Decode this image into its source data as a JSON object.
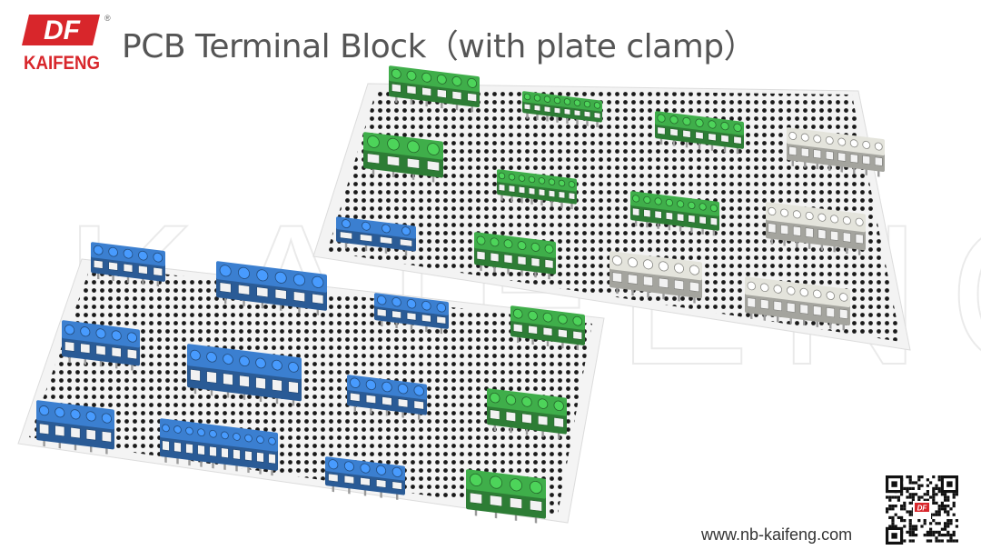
{
  "brand": {
    "logo_text": "DF",
    "name": "KAIFENG",
    "registered_mark": "®",
    "red": "#d8262b"
  },
  "title": "PCB Terminal Block（with plate clamp）",
  "watermark": "KAIFENG",
  "website": "www.nb-kaifeng.com",
  "qr_badge_text": "DF",
  "colors": {
    "blue": "#3b7fd0",
    "green": "#3fae4a",
    "white_part": "#e4e4dc",
    "board": "#f4f4f4"
  },
  "boards": [
    {
      "name": "back-board",
      "blocks": [
        {
          "color": "green",
          "pins": 6
        },
        {
          "color": "green",
          "pins": 8
        },
        {
          "color": "green",
          "pins": 7
        },
        {
          "color": "white_part",
          "pins": 8
        },
        {
          "color": "green",
          "pins": 4
        },
        {
          "color": "green",
          "pins": 8
        },
        {
          "color": "green",
          "pins": 8
        },
        {
          "color": "white_part",
          "pins": 8
        },
        {
          "color": "blue",
          "pins": 4
        },
        {
          "color": "green",
          "pins": 6
        },
        {
          "color": "white_part",
          "pins": 6
        },
        {
          "color": "white_part",
          "pins": 8
        }
      ]
    },
    {
      "name": "front-board",
      "blocks": [
        {
          "color": "blue",
          "pins": 5
        },
        {
          "color": "blue",
          "pins": 6
        },
        {
          "color": "blue",
          "pins": 5
        },
        {
          "color": "green",
          "pins": 5
        },
        {
          "color": "blue",
          "pins": 5
        },
        {
          "color": "blue",
          "pins": 7
        },
        {
          "color": "blue",
          "pins": 5
        },
        {
          "color": "green",
          "pins": 5
        },
        {
          "color": "blue",
          "pins": 5
        },
        {
          "color": "blue",
          "pins": 10
        },
        {
          "color": "blue",
          "pins": 5
        },
        {
          "color": "green",
          "pins": 4
        }
      ]
    }
  ]
}
